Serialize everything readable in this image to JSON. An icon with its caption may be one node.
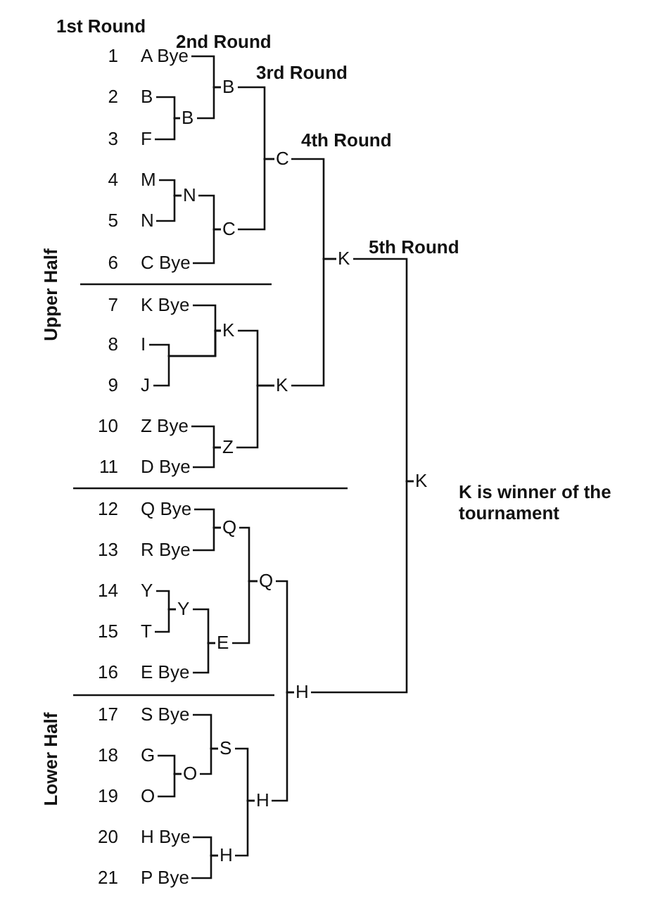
{
  "diagram": {
    "nodes": [
      {
        "text": [
          "A Bye"
        ],
        "beside": [
          "1"
        ]
      },
      {
        "text": [
          "B"
        ],
        "beside": [
          "2"
        ]
      },
      {
        "text": [
          "F"
        ],
        "beside": [
          "3"
        ]
      },
      {
        "text": [
          "M"
        ],
        "beside": [
          "4"
        ]
      },
      {
        "text": [
          "N"
        ],
        "beside": [
          "5"
        ]
      },
      {
        "text": [
          "C Bye"
        ],
        "beside": [
          "6"
        ]
      },
      {
        "text": [
          "K Bye"
        ],
        "beside": [
          "7"
        ]
      },
      {
        "text": [
          "I"
        ],
        "beside": [
          "8"
        ]
      },
      {
        "text": [
          "J"
        ],
        "beside": [
          "9"
        ]
      },
      {
        "text": [
          "Z Bye"
        ],
        "beside": [
          "10"
        ]
      },
      {
        "text": [
          "D Bye"
        ],
        "beside": [
          "11"
        ]
      },
      {
        "text": [
          "Q Bye"
        ],
        "beside": [
          "12"
        ]
      },
      {
        "text": [
          "R Bye"
        ],
        "beside": [
          "13"
        ]
      },
      {
        "text": [
          "Y"
        ],
        "beside": [
          "14"
        ]
      },
      {
        "text": [
          "T"
        ],
        "beside": [
          "15"
        ]
      },
      {
        "text": [
          "E Bye"
        ],
        "beside": [
          "16"
        ]
      },
      {
        "text": [
          "S Bye"
        ],
        "beside": [
          "17"
        ]
      },
      {
        "text": [
          "G"
        ],
        "beside": [
          "18"
        ]
      },
      {
        "text": [
          "O"
        ],
        "beside": [
          "19"
        ]
      },
      {
        "text": [
          "H Bye"
        ],
        "beside": [
          "20"
        ]
      },
      {
        "text": [
          "P Bye"
        ],
        "beside": [
          "21"
        ]
      },
      {
        "text": [
          "B"
        ]
      },
      {
        "text": [
          "N"
        ]
      },
      {
        "text": [
          "Y"
        ]
      },
      {
        "text": [
          "O"
        ]
      },
      {
        "text": [
          "B"
        ]
      },
      {
        "text": [
          "C"
        ]
      },
      {
        "text": [
          "K"
        ]
      },
      {
        "text": [
          "Z"
        ]
      },
      {
        "text": [
          "Q"
        ]
      },
      {
        "text": [
          "E"
        ]
      },
      {
        "text": [
          "S"
        ]
      },
      {
        "text": [
          "H"
        ]
      },
      {
        "text": [
          "C"
        ]
      },
      {
        "text": [
          "K"
        ]
      },
      {
        "text": [
          "Q"
        ]
      },
      {
        "text": [
          "H"
        ]
      },
      {
        "text": [
          "K"
        ]
      },
      {
        "text": [
          "H"
        ]
      },
      {
        "text": [
          "K"
        ]
      }
    ],
    "edges": [
      {
        "from": 1,
        "to": 21,
        "arrow": "none"
      },
      {
        "from": 2,
        "to": 21,
        "arrow": "none"
      },
      {
        "from": 3,
        "to": 22,
        "arrow": "none"
      },
      {
        "from": 4,
        "to": 22,
        "arrow": "none"
      },
      {
        "from": 13,
        "to": 23,
        "arrow": "none"
      },
      {
        "from": 14,
        "to": 23,
        "arrow": "none"
      },
      {
        "from": 17,
        "to": 24,
        "arrow": "none"
      },
      {
        "from": 18,
        "to": 24,
        "arrow": "none"
      },
      {
        "from": 0,
        "to": 25,
        "arrow": "none"
      },
      {
        "from": 21,
        "to": 25,
        "arrow": "none"
      },
      {
        "from": 22,
        "to": 26,
        "arrow": "none"
      },
      {
        "from": 5,
        "to": 26,
        "arrow": "none"
      },
      {
        "from": 6,
        "to": 27,
        "arrow": "none"
      },
      {
        "from": 7,
        "to": 27,
        "arrow": "none"
      },
      {
        "from": 8,
        "to": 27,
        "arrow": "none"
      },
      {
        "from": 9,
        "to": 28,
        "arrow": "none"
      },
      {
        "from": 10,
        "to": 28,
        "arrow": "none"
      },
      {
        "from": 11,
        "to": 29,
        "arrow": "none"
      },
      {
        "from": 12,
        "to": 29,
        "arrow": "none"
      },
      {
        "from": 23,
        "to": 30,
        "arrow": "none"
      },
      {
        "from": 15,
        "to": 30,
        "arrow": "none"
      },
      {
        "from": 16,
        "to": 31,
        "arrow": "none"
      },
      {
        "from": 24,
        "to": 31,
        "arrow": "none"
      },
      {
        "from": 19,
        "to": 32,
        "arrow": "none"
      },
      {
        "from": 20,
        "to": 32,
        "arrow": "none"
      },
      {
        "from": 25,
        "to": 33,
        "arrow": "none"
      },
      {
        "from": 26,
        "to": 33,
        "arrow": "none"
      },
      {
        "from": 27,
        "to": 34,
        "arrow": "none"
      },
      {
        "from": 28,
        "to": 34,
        "arrow": "none"
      },
      {
        "from": 29,
        "to": 35,
        "arrow": "none"
      },
      {
        "from": 30,
        "to": 35,
        "arrow": "none"
      },
      {
        "from": 31,
        "to": 36,
        "arrow": "none"
      },
      {
        "from": 32,
        "to": 36,
        "arrow": "none"
      },
      {
        "from": 33,
        "to": 37,
        "arrow": "none"
      },
      {
        "from": 34,
        "to": 37,
        "arrow": "none"
      },
      {
        "from": 35,
        "to": 38,
        "arrow": "none"
      },
      {
        "from": 36,
        "to": 38,
        "arrow": "none"
      },
      {
        "from": 37,
        "to": 39,
        "arrow": "none"
      },
      {
        "from": 38,
        "to": 39,
        "arrow": "none"
      }
    ],
    "labels": [
      "1st Round",
      "2nd Round",
      "3rd Round",
      "4th Round",
      "Upper Half",
      "5th Round",
      "K is winner of the tournament",
      "Lower Half"
    ]
  }
}
